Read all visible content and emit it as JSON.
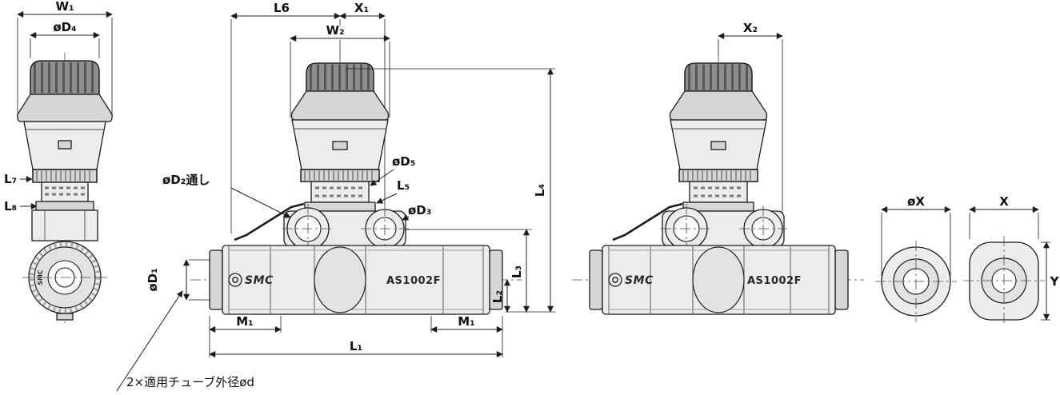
{
  "colors": {
    "line": "#1c1c1c",
    "metal_light": "#ececec",
    "metal_dark": "#8f8f8f"
  },
  "labels": {
    "w1": "W₁",
    "d4": "øD₄",
    "l7": "L₇",
    "l8": "L₈",
    "l6": "L6",
    "x1": "X₁",
    "w2": "W₂",
    "d2_through": "øD₂通し",
    "d5": "øD₅",
    "l5": "L₅",
    "d3": "øD₃",
    "d1": "øD₁",
    "l4": "L₄",
    "l3": "L₃",
    "l2": "L₂",
    "m1_left": "M₁",
    "m1_right": "M₁",
    "l1": "L₁",
    "x2": "X₂",
    "phi_x": "øX",
    "x": "X",
    "y": "Y"
  },
  "body_text": {
    "brand_left": "SMC",
    "brand_middle": "SMC",
    "model_middle": "AS1002F",
    "brand_right": "SMC",
    "model_right": "AS1002F"
  },
  "note": "2×適用チューブ外径ød"
}
